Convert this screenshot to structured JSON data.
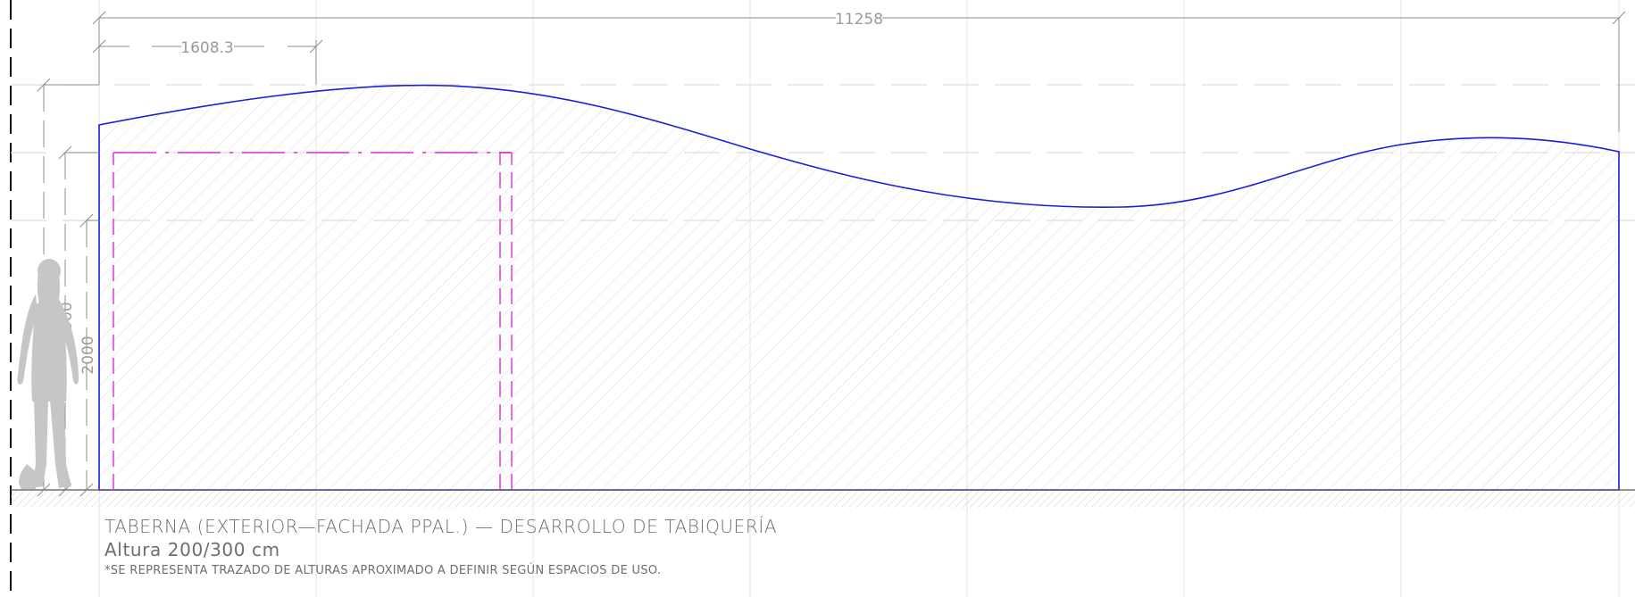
{
  "drawing": {
    "title": "TABERNA (EXTERIOR—FACHADA PPAL.) — DESARROLLO DE TABIQUERÍA",
    "subtitle": "Altura 200/300 cm",
    "note": "*SE REPRESENTA TRAZADO DE ALTURAS APROXIMADO A DEFINIR SEGÚN ESPACIOS DE USO.",
    "dimensions": {
      "total_width": "11258",
      "panel_width": "1608.3",
      "height_3000": "3000",
      "height_2500": "2500",
      "height_2000": "2000"
    },
    "colors": {
      "outline": "#1c1cdc",
      "door": "#dc2adc",
      "hatch": "#d9d9d9",
      "grid": "#e2e2e2",
      "dimension": "#8c8c8c",
      "figure": "#c6c6c6"
    },
    "icons": {
      "scale_figure": "human-silhouette-icon"
    }
  }
}
